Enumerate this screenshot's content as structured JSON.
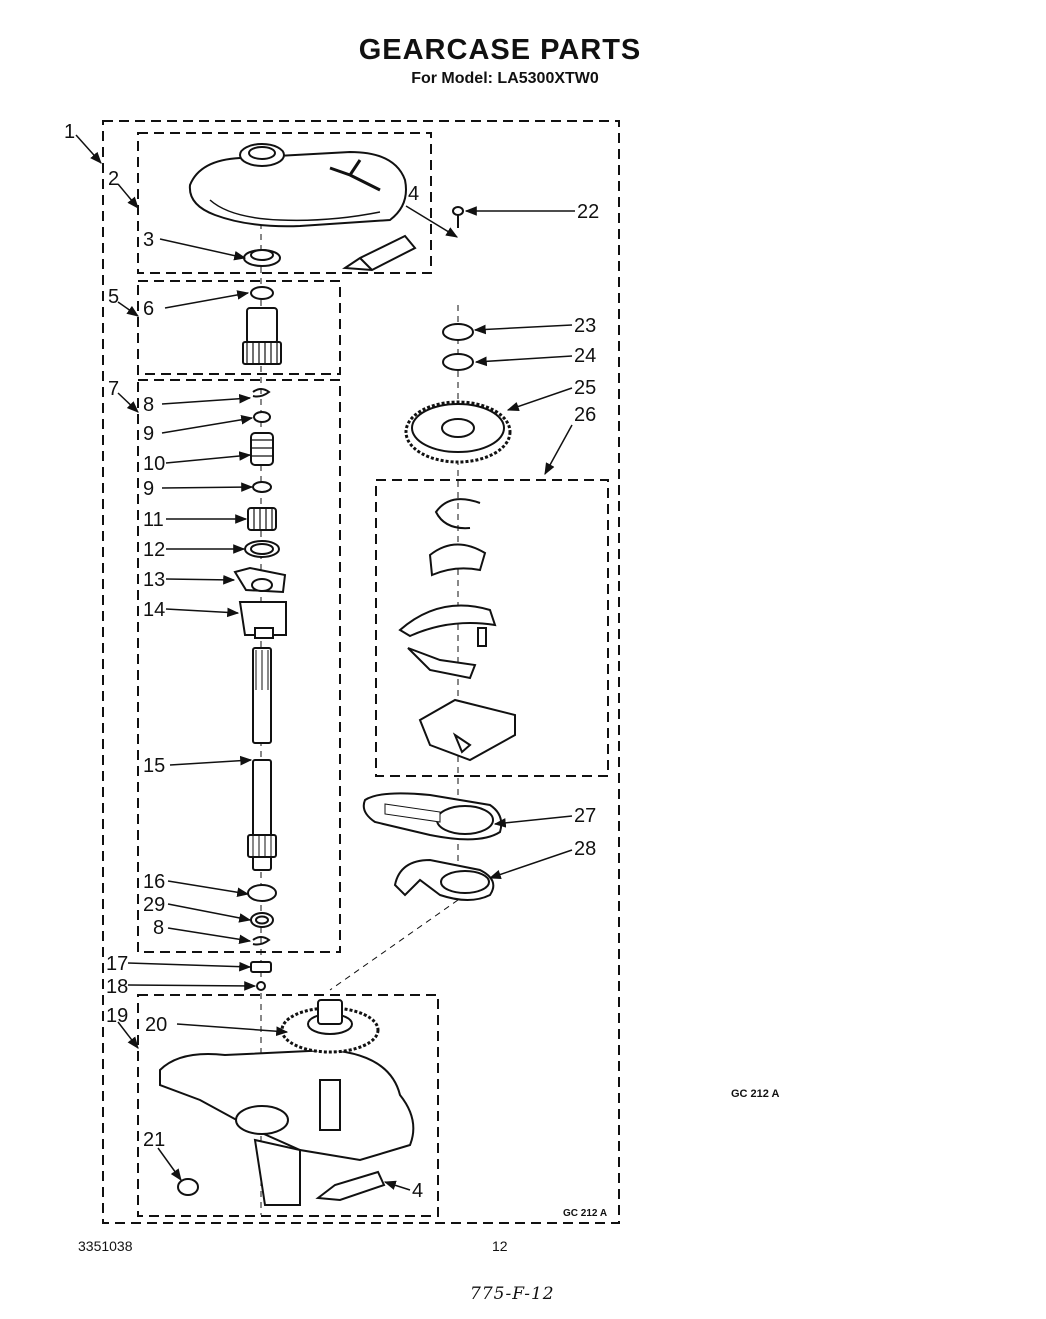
{
  "header": {
    "title": "GEARCASE PARTS",
    "subtitle": "For Model: LA5300XTW0"
  },
  "callouts": [
    {
      "id": "1",
      "label": "1"
    },
    {
      "id": "2",
      "label": "2"
    },
    {
      "id": "3",
      "label": "3"
    },
    {
      "id": "4a",
      "label": "4"
    },
    {
      "id": "5",
      "label": "5"
    },
    {
      "id": "6",
      "label": "6"
    },
    {
      "id": "7",
      "label": "7"
    },
    {
      "id": "8a",
      "label": "8"
    },
    {
      "id": "9a",
      "label": "9"
    },
    {
      "id": "10",
      "label": "10"
    },
    {
      "id": "9b",
      "label": "9"
    },
    {
      "id": "11",
      "label": "11"
    },
    {
      "id": "12",
      "label": "12"
    },
    {
      "id": "13",
      "label": "13"
    },
    {
      "id": "14",
      "label": "14"
    },
    {
      "id": "15",
      "label": "15"
    },
    {
      "id": "16",
      "label": "16"
    },
    {
      "id": "29",
      "label": "29"
    },
    {
      "id": "8b",
      "label": "8"
    },
    {
      "id": "17",
      "label": "17"
    },
    {
      "id": "18",
      "label": "18"
    },
    {
      "id": "19",
      "label": "19"
    },
    {
      "id": "20",
      "label": "20"
    },
    {
      "id": "21",
      "label": "21"
    },
    {
      "id": "4b",
      "label": "4"
    },
    {
      "id": "22",
      "label": "22"
    },
    {
      "id": "23",
      "label": "23"
    },
    {
      "id": "24",
      "label": "24"
    },
    {
      "id": "25",
      "label": "25"
    },
    {
      "id": "26",
      "label": "26"
    },
    {
      "id": "27",
      "label": "27"
    },
    {
      "id": "28",
      "label": "28"
    }
  ],
  "figure_code_inner": "GC 212 A",
  "figure_code_side": "GC 212  A",
  "footer": {
    "doc_number": "3351038",
    "page_number": "12",
    "handwritten_note": "775-F-12"
  }
}
